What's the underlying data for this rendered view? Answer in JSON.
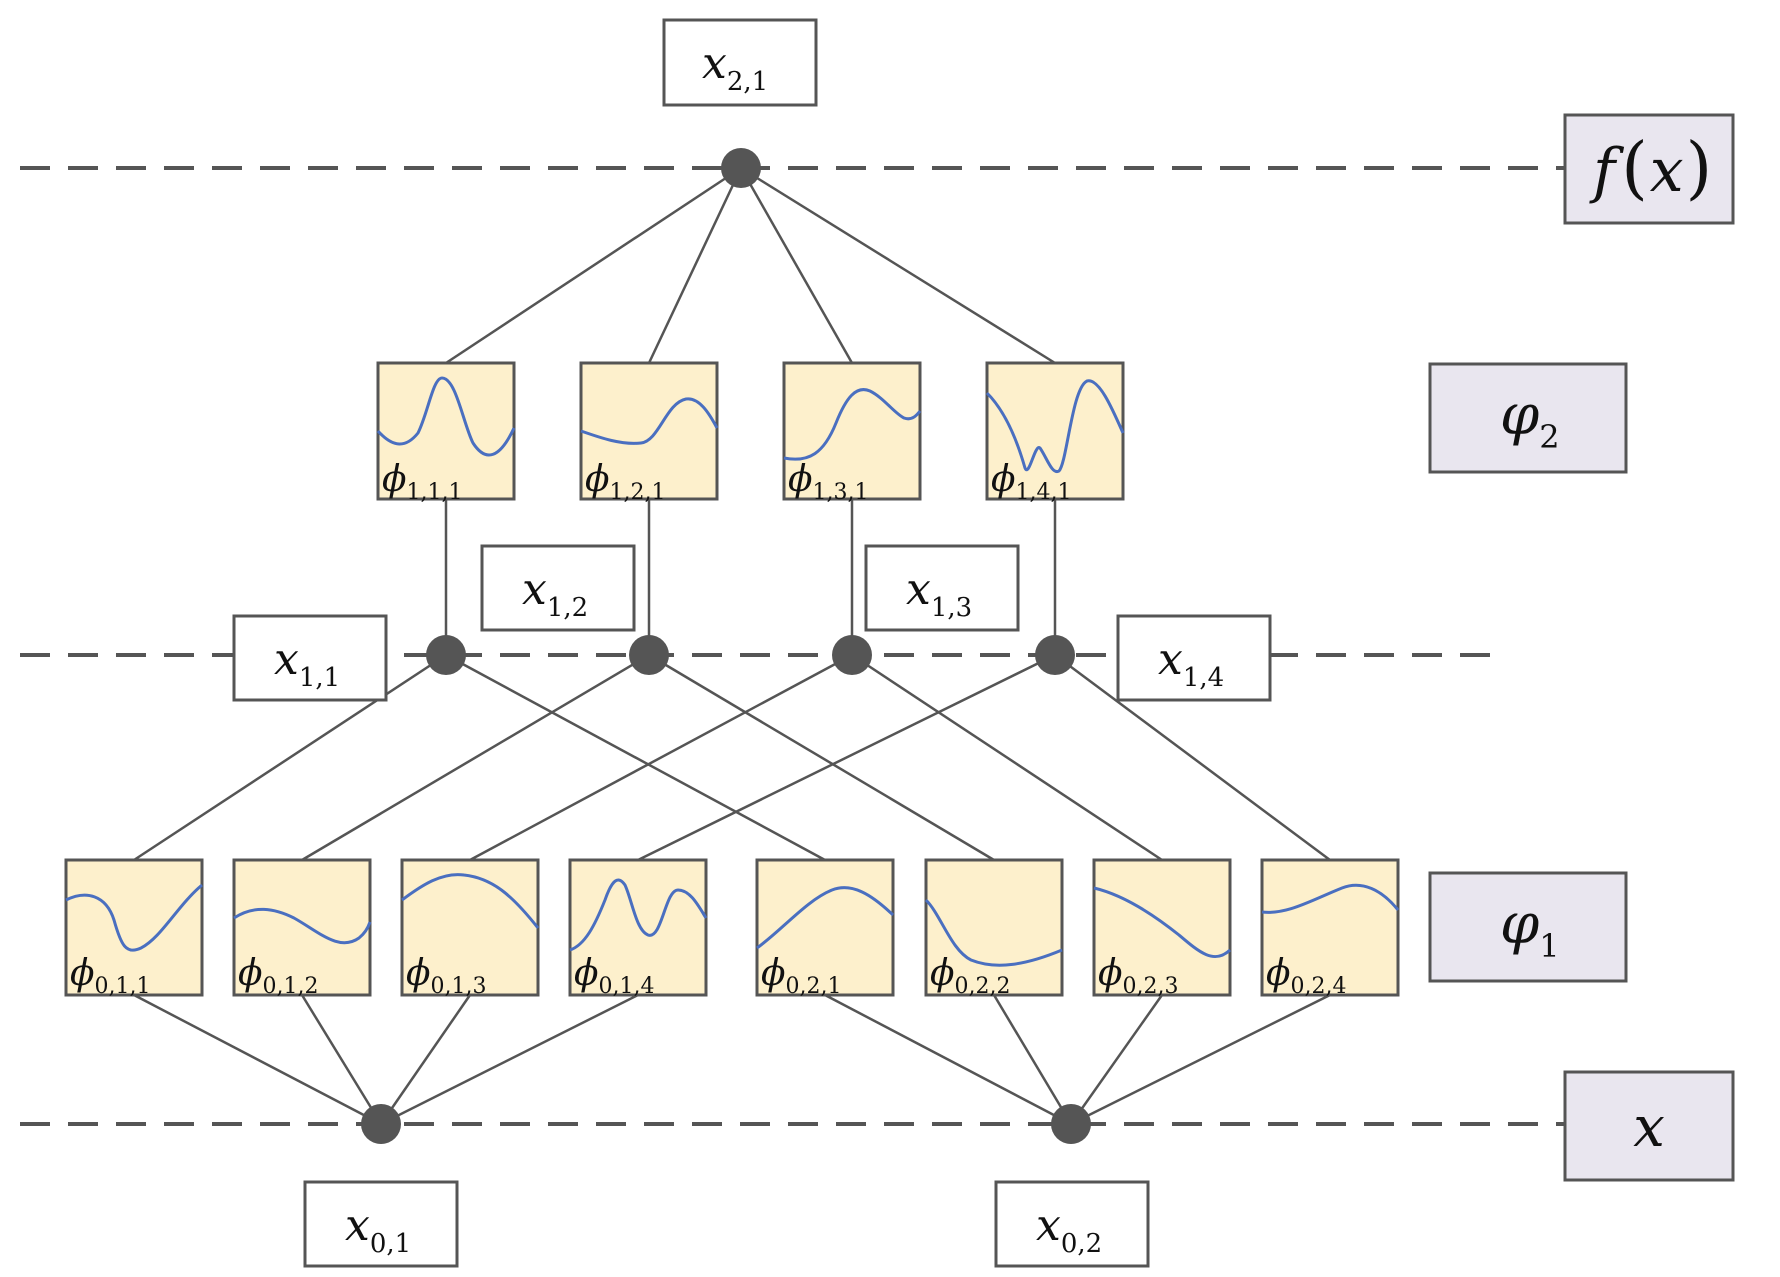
{
  "colors": {
    "line": "#555555",
    "node": "#555555",
    "box_border": "#555555",
    "func_fill": "#fdf0cc",
    "curve": "#4a6fc0",
    "side_fill": "#e9e6ef",
    "label_fill": "#ffffff"
  },
  "side_labels": [
    {
      "id": "fx",
      "text": "f",
      "paren_open": "(",
      "var": "x",
      "paren_close": ")"
    },
    {
      "id": "phi2",
      "base": "φ",
      "sub": "2"
    },
    {
      "id": "phi1",
      "base": "φ",
      "sub": "1"
    },
    {
      "id": "x",
      "text": "x"
    }
  ],
  "node_labels": [
    {
      "id": "x21",
      "base": "x",
      "sub": "2,1"
    },
    {
      "id": "x11",
      "base": "x",
      "sub": "1,1"
    },
    {
      "id": "x12",
      "base": "x",
      "sub": "1,2"
    },
    {
      "id": "x13",
      "base": "x",
      "sub": "1,3"
    },
    {
      "id": "x14",
      "base": "x",
      "sub": "1,4"
    },
    {
      "id": "x01",
      "base": "x",
      "sub": "0,1"
    },
    {
      "id": "x02",
      "base": "x",
      "sub": "0,2"
    }
  ],
  "functions_layer2": [
    {
      "id": "p111",
      "base": "ϕ",
      "sub": "1,1,1"
    },
    {
      "id": "p121",
      "base": "ϕ",
      "sub": "1,2,1"
    },
    {
      "id": "p131",
      "base": "ϕ",
      "sub": "1,3,1"
    },
    {
      "id": "p141",
      "base": "ϕ",
      "sub": "1,4,1"
    }
  ],
  "functions_layer1": [
    {
      "id": "p011",
      "base": "ϕ",
      "sub": "0,1,1"
    },
    {
      "id": "p012",
      "base": "ϕ",
      "sub": "0,1,2"
    },
    {
      "id": "p013",
      "base": "ϕ",
      "sub": "0,1,3"
    },
    {
      "id": "p014",
      "base": "ϕ",
      "sub": "0,1,4"
    },
    {
      "id": "p021",
      "base": "ϕ",
      "sub": "0,2,1"
    },
    {
      "id": "p022",
      "base": "ϕ",
      "sub": "0,2,2"
    },
    {
      "id": "p023",
      "base": "ϕ",
      "sub": "0,2,3"
    },
    {
      "id": "p024",
      "base": "ϕ",
      "sub": "0,2,4"
    }
  ]
}
